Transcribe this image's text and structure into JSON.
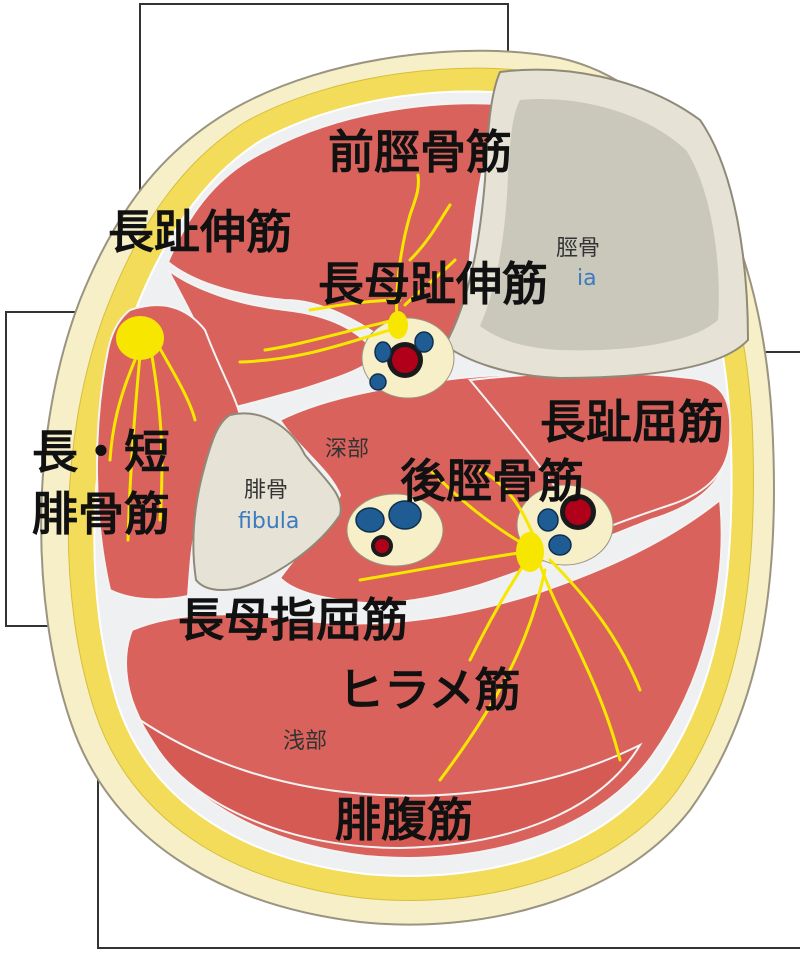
{
  "colors": {
    "fat": "#f2dc5a",
    "skin": "#f6efc8",
    "muscle": "#d9635c",
    "fascia": "#e9ecef",
    "bone": "#e6e3d6",
    "marrow": "#b3b0a6",
    "nerve": "#f7e600",
    "artery": "#b0001a",
    "vein": "#1f5c93",
    "latin_text": "#3b7bbf"
  },
  "muscles": {
    "tibialis_anterior": "前脛骨筋",
    "ext_digitorum_longus": "長趾伸筋",
    "ext_hallucis_longus": "長母趾伸筋",
    "peroneus_line1": "長・短",
    "peroneus_line2": "腓骨筋",
    "flex_digitorum_longus": "長趾屈筋",
    "tibialis_posterior": "後脛骨筋",
    "flex_hallucis_longus": "長母指屈筋",
    "soleus": "ヒラメ筋",
    "gastrocnemius": "腓腹筋"
  },
  "bones": {
    "tibia_jp": "脛骨",
    "tibia_latin_fragment": "ia",
    "fibula_jp": "腓骨",
    "fibula_latin": "fibula"
  },
  "regions": {
    "deep": "深部",
    "superficial": "浅部"
  }
}
